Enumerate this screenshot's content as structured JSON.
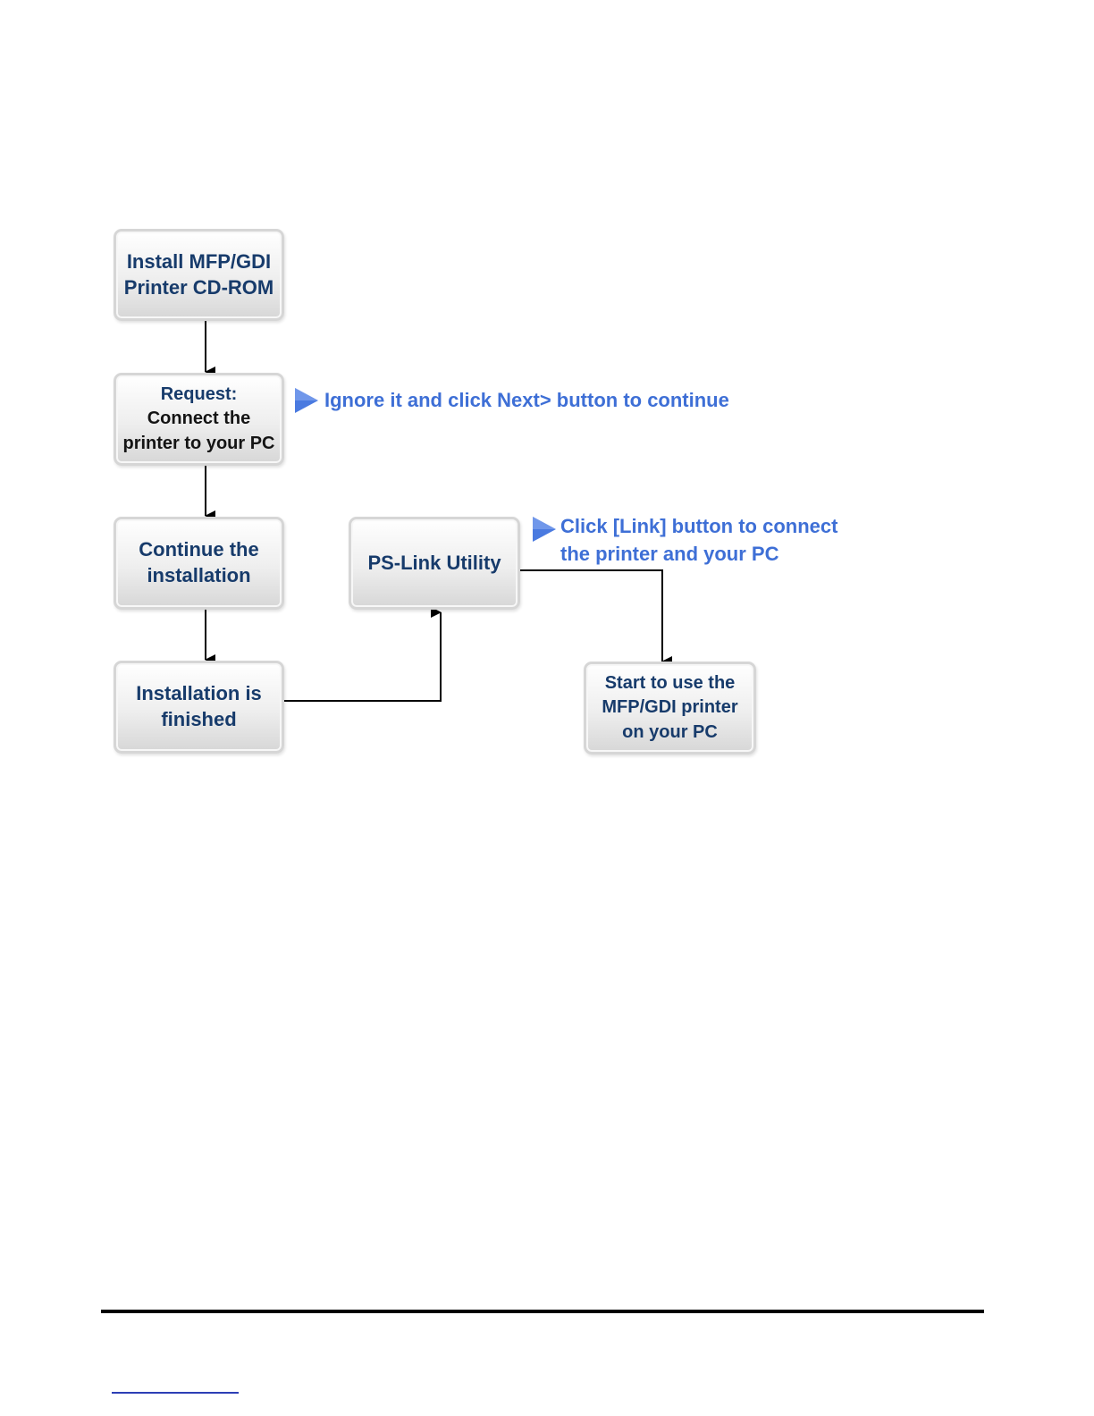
{
  "nodes": {
    "install_cd": {
      "lines": [
        "Install MFP/GDI",
        "Printer CD-ROM"
      ]
    },
    "request": {
      "heading": "Request:",
      "lines": [
        "Connect the",
        "printer to your PC"
      ]
    },
    "continue": {
      "lines": [
        "Continue the",
        "installation"
      ]
    },
    "finished": {
      "lines": [
        "Installation is",
        "finished"
      ]
    },
    "ps_link": {
      "lines": [
        "PS-Link Utility"
      ]
    },
    "start_use": {
      "lines": [
        "Start to use the",
        "MFP/GDI printer",
        "on your PC"
      ]
    }
  },
  "notes": {
    "ignore": {
      "lines": [
        "Ignore it and click Next> button to continue"
      ]
    },
    "click_link": {
      "lines": [
        "Click [Link] button to connect",
        "the printer and your PC"
      ]
    }
  },
  "colors": {
    "node_text": "#173b6b",
    "note_text": "#3e6fd6",
    "note_marker": "#4a7ae0",
    "connector": "#000000"
  },
  "icons": {
    "note_marker": "play-triangle-icon",
    "arrowhead": "arrow-head-icon"
  }
}
